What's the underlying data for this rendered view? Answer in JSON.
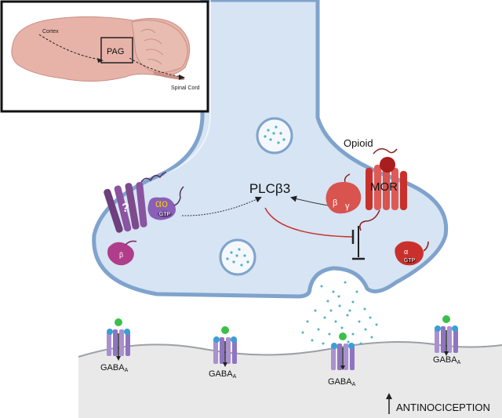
{
  "inset": {
    "cortex_label": "Cortex",
    "pag_label": "PAG",
    "spinal_label": "Spinal Cord"
  },
  "labels": {
    "opioid": "Opioid",
    "plc": "PLCβ3",
    "mor": "MOR",
    "question": "?",
    "alpha_o": "αo",
    "gtp": "GTP",
    "beta_left": "β",
    "beta_right": "β",
    "gamma_right": "γ",
    "alpha_right": "α",
    "gaba": "GABA",
    "gaba_sub": "A",
    "antinociception": "ANTINOCICEPTION"
  },
  "colors": {
    "terminal_fill": "#d8e6f4",
    "terminal_stroke": "#8fb0d3",
    "brain_fill": "#e7b3a8",
    "receptor_purple": "#7e4a8c",
    "receptor_red": "#d9534f",
    "gaba_receptor": "#a991d0",
    "dots": "#4fb3c4",
    "postsynaptic": "#e6e6e6"
  }
}
